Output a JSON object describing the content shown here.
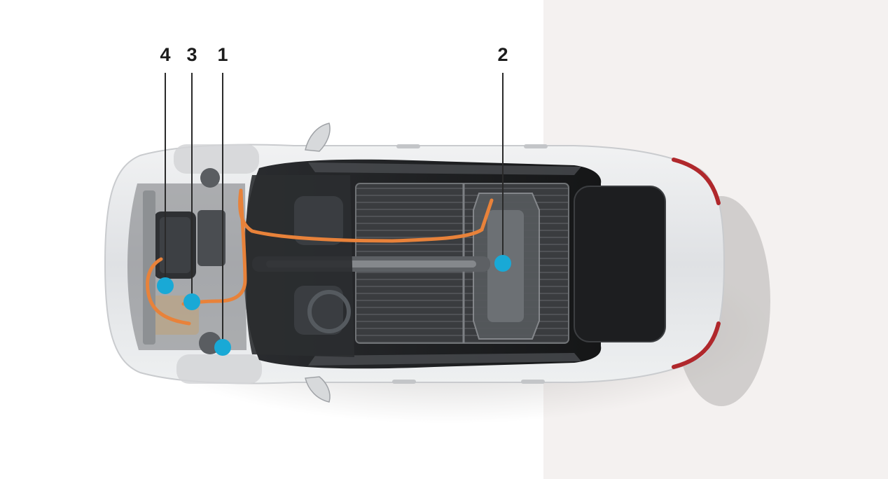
{
  "diagram": {
    "callouts": [
      {
        "id": "1",
        "label": "1"
      },
      {
        "id": "2",
        "label": "2"
      },
      {
        "id": "3",
        "label": "3"
      },
      {
        "id": "4",
        "label": "4"
      }
    ],
    "colors": {
      "marker": "#19a9d6",
      "cable": "#e8823a",
      "label": "#1c1c1c",
      "leader": "#2a2a2a",
      "background_right": "#f4f1f0",
      "body": "#e6e7e9",
      "taillight": "#b0282c"
    }
  }
}
